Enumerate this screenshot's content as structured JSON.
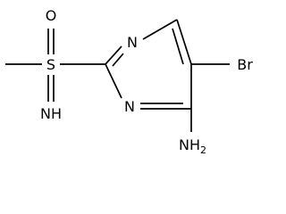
{
  "molecule": {
    "atoms": {
      "o": "O",
      "s": "S",
      "n1": "N",
      "n3": "N",
      "br": "Br",
      "nh": "NH",
      "nh2_main": "NH",
      "nh2_sub": "2"
    }
  }
}
